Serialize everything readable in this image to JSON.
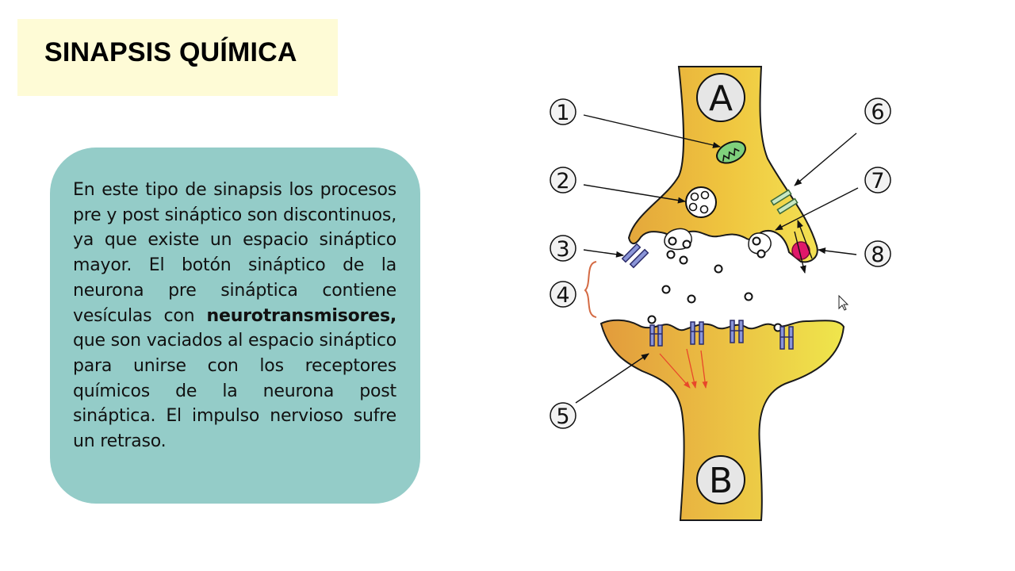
{
  "slide": {
    "title": "SINAPSIS QUÍMICA",
    "paragraph": {
      "part1": "En este tipo de sinapsis los procesos pre y post sináptico son discontinuos, ya que existe un espacio sináptico mayor. El botón sináptico de la neurona pre sináptica contiene vesículas con ",
      "bold": "neurotransmisores,",
      "part2": " que son vaciados al espacio sináptico para unirse con los receptores químicos de la neurona post sináptica. El impulso nervioso sufre un retraso."
    }
  },
  "diagram": {
    "neuron_top_label": "A",
    "neuron_bottom_label": "B",
    "callouts": [
      "1",
      "2",
      "3",
      "4",
      "5",
      "6",
      "7",
      "8"
    ],
    "colors": {
      "neuron_fill": "#efc43e",
      "neuron_dark": "#e2a33a",
      "receptor_blue": "#8a95d8",
      "receptor_green": "#c9e8c2",
      "enzyme_pink": "#e0186a",
      "arrow_red": "#e8472a",
      "bracket": "#d46a43",
      "text_box": "#94ccc8",
      "title_box": "#fefbd6"
    }
  }
}
